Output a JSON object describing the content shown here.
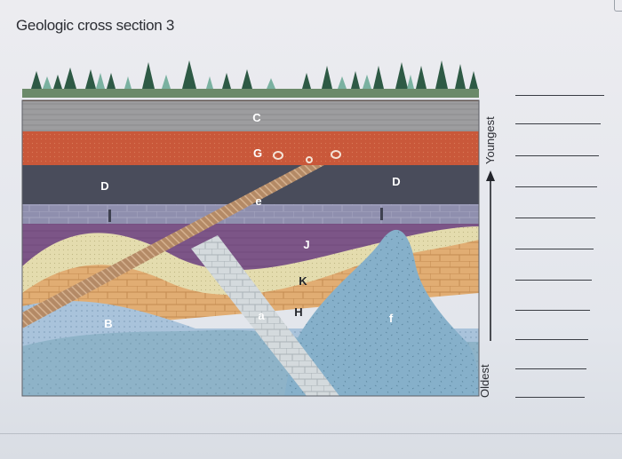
{
  "title": "Geologic cross section 3",
  "labels": {
    "C": "C",
    "G": "G",
    "D_left": "D",
    "D_right": "D",
    "e": "e",
    "J": "J",
    "K": "K",
    "H": "H",
    "a": "a",
    "B": "B",
    "f": "f"
  },
  "arrow": {
    "top_label": "Youngest",
    "bottom_label": "Oldest"
  },
  "answer_blank_count": 11
}
